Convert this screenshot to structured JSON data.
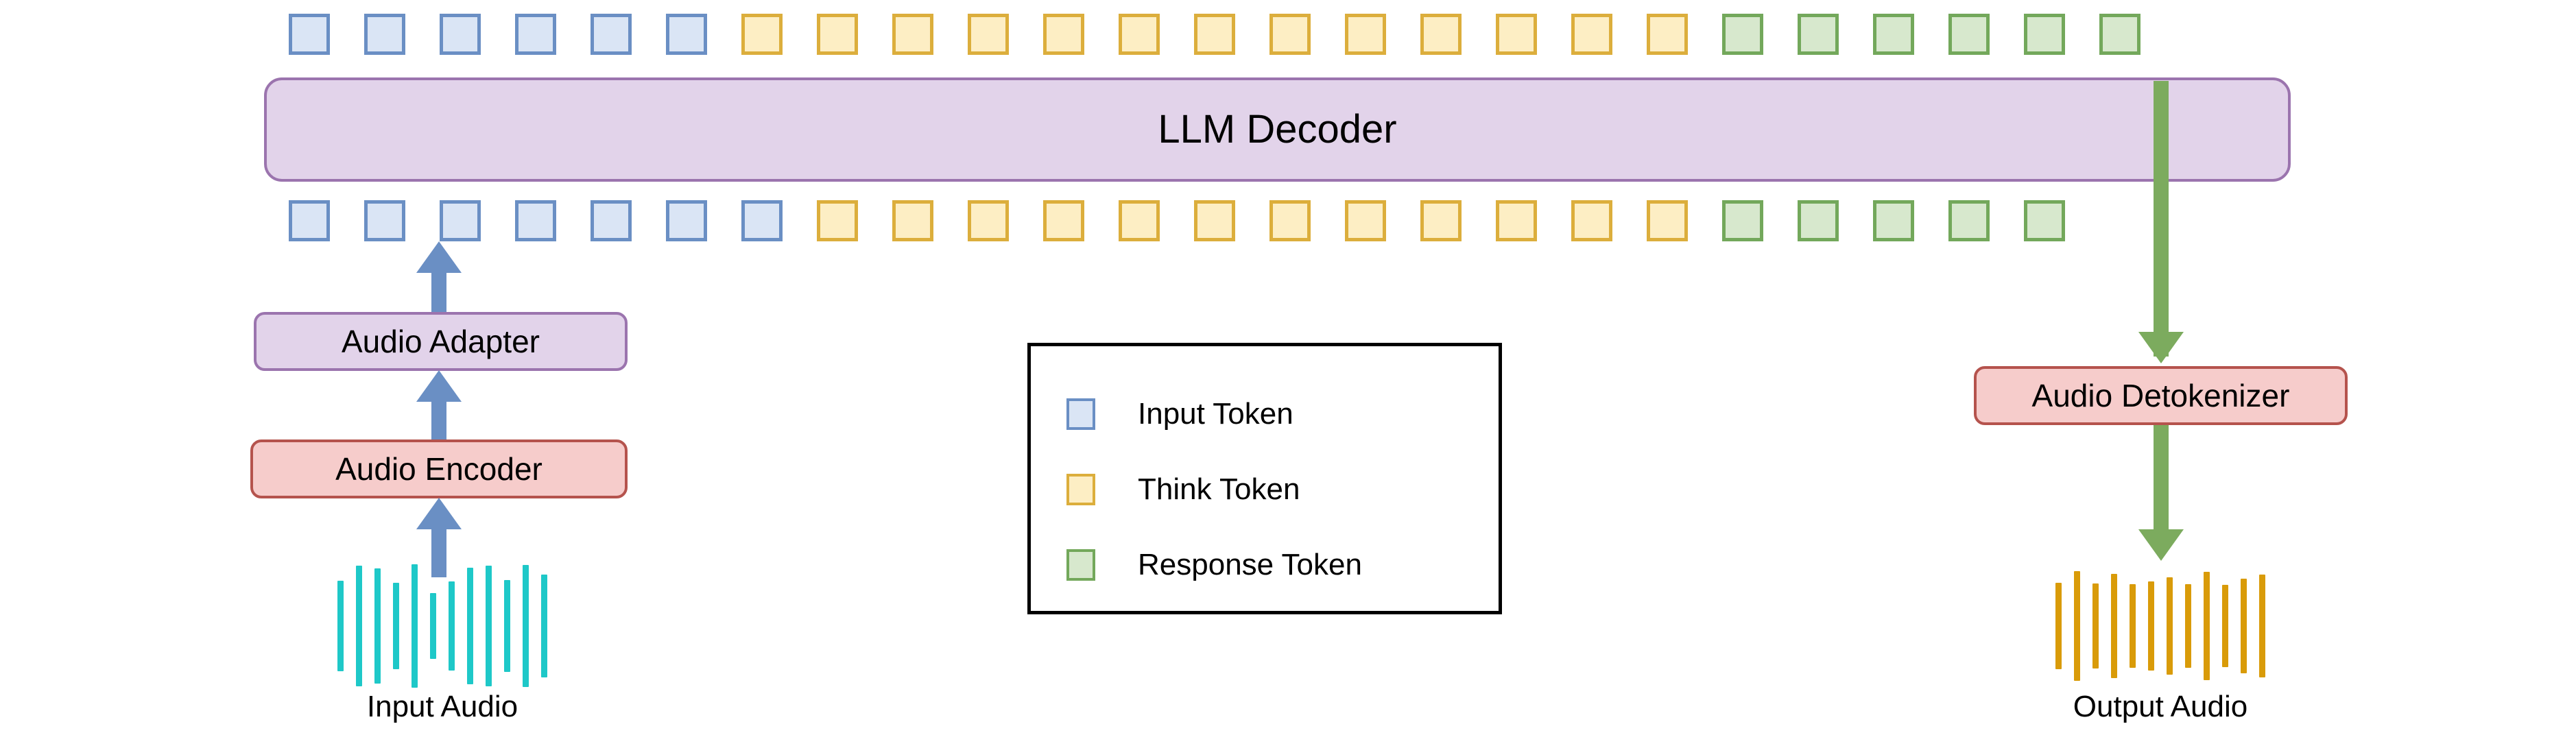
{
  "diagram": {
    "title": "Audio LLM pipeline with think and response tokens",
    "colors": {
      "input_token_fill": "#dae5f5",
      "input_token_border": "#6a8fc4",
      "think_token_fill": "#fdeec4",
      "think_token_border": "#dcae3c",
      "response_token_fill": "#d7e8cd",
      "response_token_border": "#73a85b",
      "decoder_fill": "#e2d3ea",
      "decoder_border": "#9b74ae",
      "adapter_fill": "#e2d3ea",
      "adapter_border": "#9b74ae",
      "encoder_fill": "#f6cccb",
      "encoder_border": "#b5534d",
      "detokenizer_fill": "#f6cccb",
      "detokenizer_border": "#b5534d",
      "blue_arrow": "#6a8fc4",
      "green_arrow": "#7cab5e",
      "input_waveform": "#1ec8c8",
      "output_waveform": "#d99b09",
      "legend_border": "#000000"
    },
    "blocks": {
      "llm_decoder": "LLM Decoder",
      "audio_adapter": "Audio Adapter",
      "audio_encoder": "Audio Encoder",
      "audio_detokenizer": "Audio Detokenizer"
    },
    "captions": {
      "input_audio": "Input Audio",
      "output_audio": "Output Audio"
    },
    "token_rows": {
      "top": {
        "label": "decoder-output-tokens",
        "counts": {
          "input": 6,
          "think": 13,
          "response": 6
        },
        "total": 25,
        "sequence": [
          "input",
          "input",
          "input",
          "input",
          "input",
          "input",
          "think",
          "think",
          "think",
          "think",
          "think",
          "think",
          "think",
          "think",
          "think",
          "think",
          "think",
          "think",
          "think",
          "response",
          "response",
          "response",
          "response",
          "response",
          "response"
        ]
      },
      "bottom": {
        "label": "decoder-input-tokens",
        "counts": {
          "input": 7,
          "think": 12,
          "response": 5
        },
        "total": 24,
        "sequence": [
          "input",
          "input",
          "input",
          "input",
          "input",
          "input",
          "input",
          "think",
          "think",
          "think",
          "think",
          "think",
          "think",
          "think",
          "think",
          "think",
          "think",
          "think",
          "think",
          "response",
          "response",
          "response",
          "response",
          "response"
        ]
      }
    },
    "legend": {
      "items": [
        {
          "swatch": "input",
          "label": "Input Token"
        },
        {
          "swatch": "think",
          "label": "Think Token"
        },
        {
          "swatch": "response",
          "label": "Response Token"
        }
      ]
    },
    "waveforms": {
      "input": {
        "bar_count": 12,
        "heights": [
          132,
          176,
          168,
          126,
          180,
          96,
          130,
          170,
          176,
          134,
          178,
          150
        ]
      },
      "output": {
        "bar_count": 12,
        "heights": [
          126,
          160,
          124,
          152,
          122,
          130,
          142,
          122,
          158,
          120,
          138,
          150
        ]
      }
    },
    "arrows": [
      {
        "name": "audio-to-encoder",
        "direction": "up",
        "color": "#6a8fc4"
      },
      {
        "name": "encoder-to-adapter",
        "direction": "up",
        "color": "#6a8fc4"
      },
      {
        "name": "adapter-to-tokens",
        "direction": "up",
        "color": "#6a8fc4"
      },
      {
        "name": "decoder-to-detokenizer",
        "direction": "down",
        "color": "#7cab5e"
      },
      {
        "name": "detokenizer-to-audio",
        "direction": "down",
        "color": "#7cab5e"
      }
    ]
  }
}
